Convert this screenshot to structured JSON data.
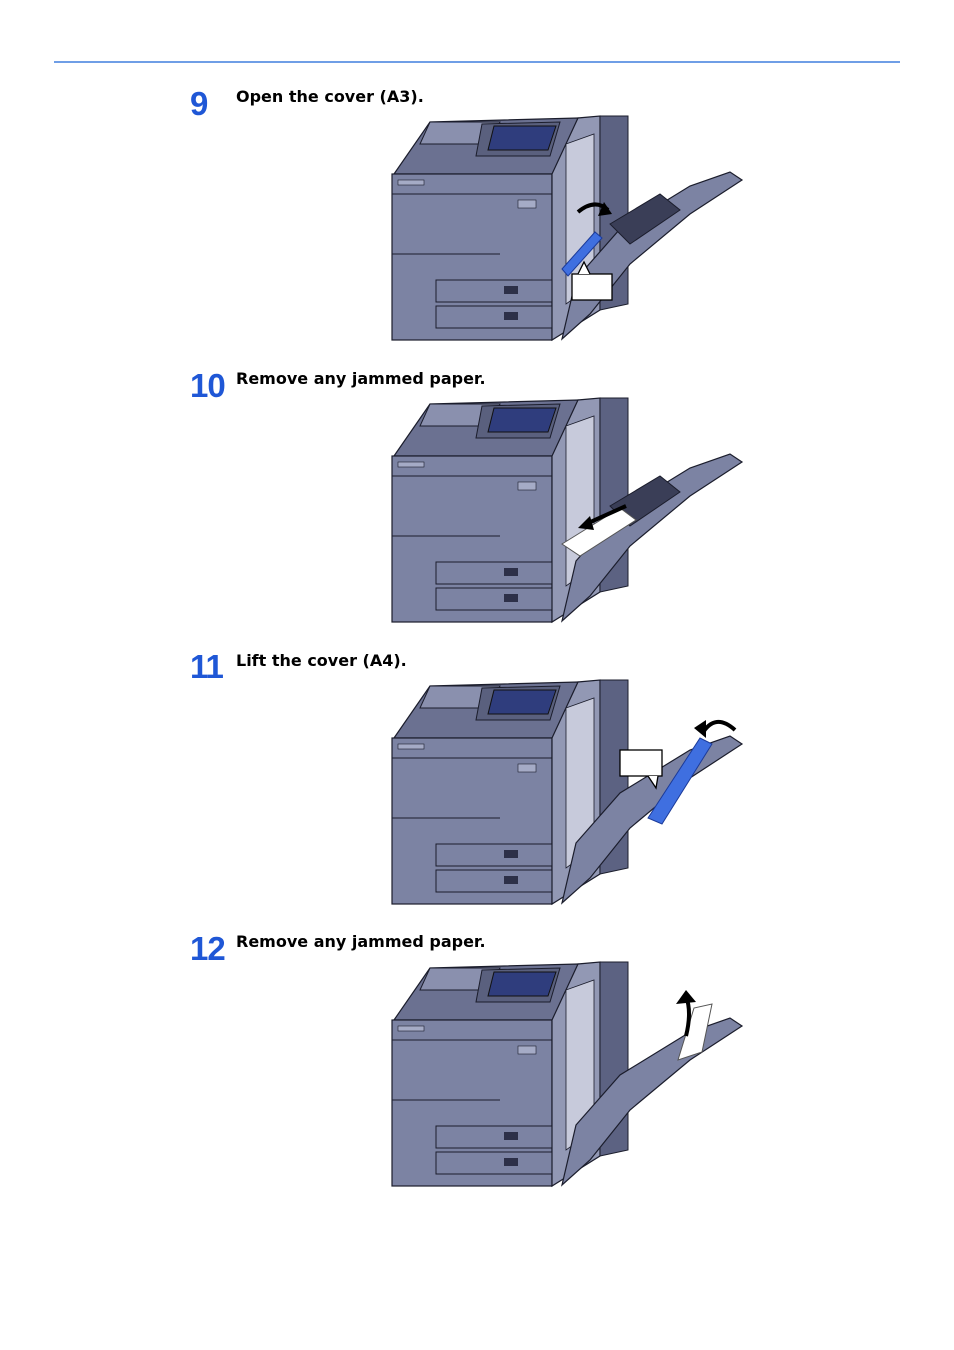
{
  "steps": [
    {
      "number": "9",
      "instruction": "Open the cover (A3).",
      "illustration": "printer-open-cover-a3"
    },
    {
      "number": "10",
      "instruction": "Remove any jammed paper.",
      "illustration": "printer-remove-paper"
    },
    {
      "number": "11",
      "instruction": "Lift the cover (A4).",
      "illustration": "printer-lift-cover-a4"
    },
    {
      "number": "12",
      "instruction": "Remove any jammed paper.",
      "illustration": "printer-pull-paper-up"
    }
  ],
  "colors": {
    "accent_rule": "#6f9ee6",
    "step_number": "#1f57d6",
    "printer_body": "#7c83a3",
    "printer_dark": "#4b5070",
    "highlight_blue": "#3f6fe0"
  }
}
